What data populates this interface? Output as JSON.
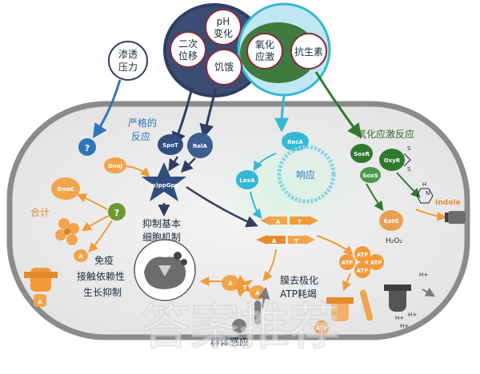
{
  "stressors": {
    "osmotic": [
      "渗透",
      "压力"
    ],
    "ph": [
      "pH",
      "变化"
    ],
    "displacement": [
      "二次",
      "位移"
    ],
    "starvation": "饥饿",
    "oxidative": [
      "氧化",
      "应激"
    ],
    "antibiotic": "抗生素"
  },
  "labels": {
    "stringent": [
      "严格的",
      "反应"
    ],
    "response": "响应",
    "oxidative_response": "氧化应激反应",
    "synthesis": "合计",
    "inhibit": [
      "抑制基本",
      "细胞机制"
    ],
    "immunity": [
      "免疫",
      "接触依赖性",
      "生长抑制"
    ],
    "membrane": [
      "膜去极化",
      "ATP耗竭"
    ],
    "quorum": "群体感应",
    "indole": "Indole",
    "h2o2": "H₂O₂",
    "h_plus": "H+"
  },
  "proteins": {
    "spot": "SpoT",
    "rela": "RelA",
    "recA": "RecA",
    "lexA": "LexA",
    "soxR": "SoxR",
    "oxyR": "OxyR",
    "soxS": "SoxS",
    "katG": "KatG",
    "dnaj": "DnaJ",
    "dnak": "DnaK",
    "ppgpp": "(p)ppGpp",
    "question": "?",
    "toxin_a": "A",
    "toxin_t": "T",
    "atp": "ATP",
    "s": "S"
  },
  "watermark": "答案推荐",
  "colors": {
    "blue": "#2f76b8",
    "navy": "#2e3e63",
    "orange": "#f09a3a",
    "green": "#2f7a2f",
    "teal": "#35b8d6",
    "maroon": "#8b2a3a",
    "gray": "#7d7d7d"
  }
}
